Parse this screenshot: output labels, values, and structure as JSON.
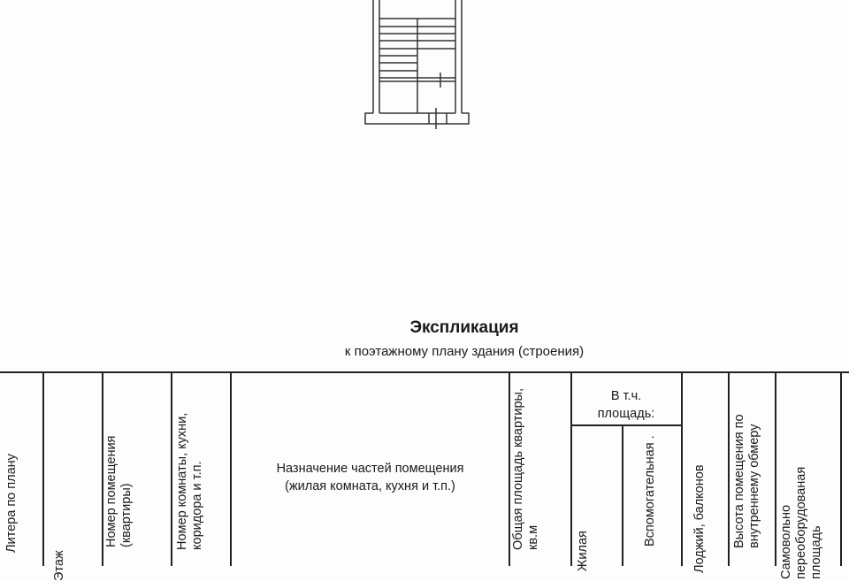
{
  "document": {
    "title": "Экспликация",
    "subtitle": "к поэтажному плану здания (строения)"
  },
  "table_headers": {
    "litera": "Литера по плану",
    "floor": "Этаж",
    "apt_number": [
      "Номер помещения",
      "(квартиры)"
    ],
    "room_number": [
      "Номер  комнаты, кухни,",
      "коридора и т.п."
    ],
    "purpose": [
      "Назначение частей помещения",
      "(жилая комната, кухня и т.п.)"
    ],
    "total_area": [
      "Общая площадь квартиры,",
      "кв.м"
    ],
    "including": [
      "В т.ч.",
      "площадь:"
    ],
    "living": "Жилая",
    "auxiliary": "Вспомогательная .",
    "loggia": "Лоджий, балконов",
    "height": [
      "Высота помещения по",
      "внутреннему обмеру"
    ],
    "unauthorized": [
      "Самовольно",
      "переоборудованая",
      "площадь"
    ]
  }
}
